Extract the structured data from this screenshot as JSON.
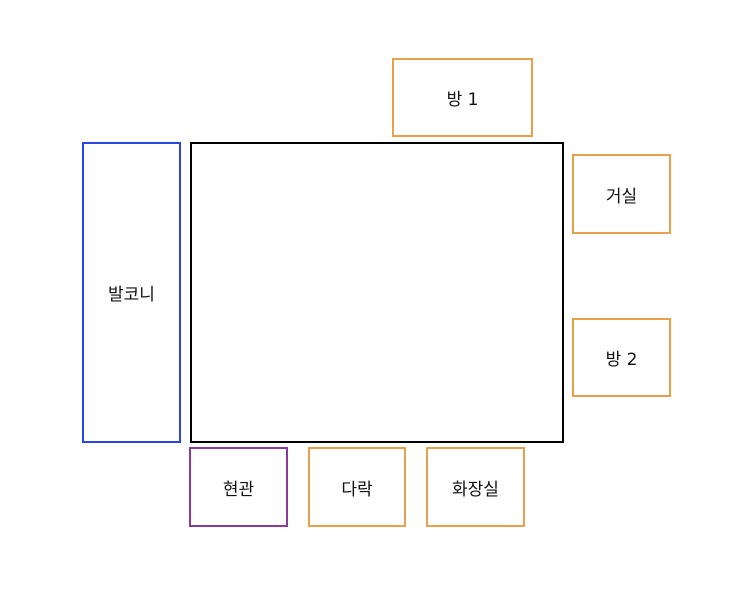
{
  "diagram": {
    "rooms": {
      "room1": "방 1",
      "living": "거실",
      "room2": "방 2",
      "balcony": "발코니",
      "entrance": "현관",
      "attic": "다락",
      "bathroom": "화장실"
    },
    "colors": {
      "orange_border": "#e8a04a",
      "blue_border": "#2a45e6",
      "purple_border": "#8a3a9c",
      "black_border": "#000000"
    }
  }
}
